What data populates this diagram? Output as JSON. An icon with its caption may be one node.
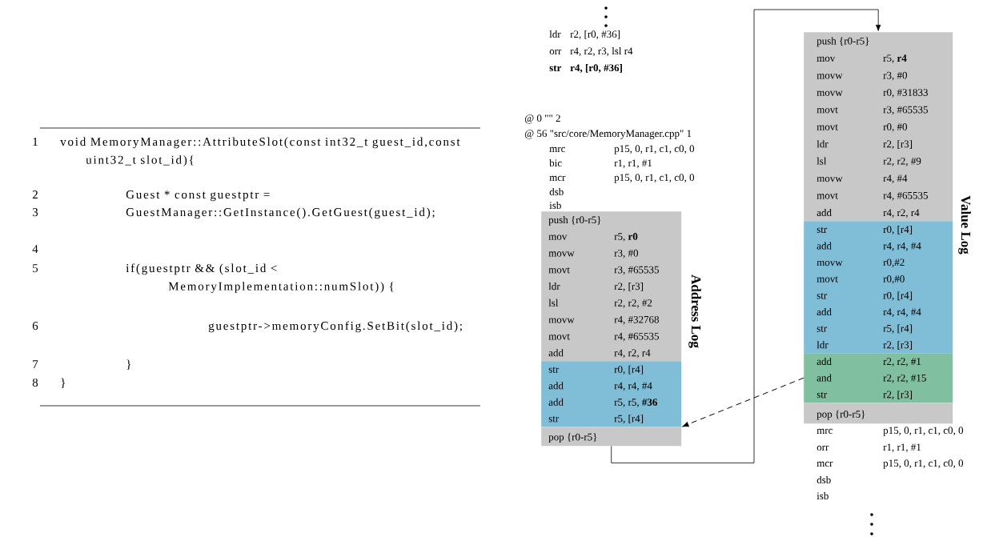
{
  "diagram": {
    "nodes": [
      {
        "text": [
          "Address Log"
        ]
      },
      {
        "text": [
          "push {r0-r5}",
          "mov",
          "r5, **r0**",
          "movw",
          "r3, #0",
          "movt",
          "r3, #65535",
          "ldr",
          "r2, [r3]",
          "lsl",
          "r2, r2, #2",
          "movw",
          "r4, #32768",
          "movt",
          "r4, #65535",
          "add",
          "r4, r2, r4"
        ],
        "in": 0
      },
      {
        "text": [
          "str",
          "r0, [r4]",
          "add",
          "r4, r4, #4",
          "add",
          "r5, r5, **#36**",
          "str",
          "r5, [r4]"
        ],
        "in": 0
      },
      {
        "text": [
          "pop {r0-r5}"
        ],
        "in": 0
      },
      {
        "text": [
          "Value Log"
        ]
      },
      {
        "text": [
          "push {r0-r5}",
          "mov",
          "r5, **r4**",
          "movw",
          "r3, #0",
          "movw",
          "r0, #31833",
          "movt",
          "r3, #65535",
          "movt",
          "r0, #0",
          "ldr",
          "r2, [r3]",
          "lsl",
          "r2, r2, #9",
          "movw",
          "r4, #4",
          "movt",
          "r4, #65535",
          "add",
          "r4, r2, r4"
        ],
        "in": 4
      },
      {
        "text": [
          "str",
          "r0, [r4]",
          "add",
          "r4, r4, #4",
          "movw",
          "r0,#2",
          "movt",
          "r0,#0",
          "str",
          "r0, [r4]",
          "add",
          "r4, r4, #4",
          "str",
          "r5, [r4]",
          "ldr",
          "r2, [r3]"
        ],
        "in": 4
      },
      {
        "text": [
          "add",
          "r2, r2, #1",
          "and",
          "r2, r2, #15",
          "str",
          "r2, [r3]"
        ],
        "in": 4
      },
      {
        "text": [
          "pop {r0-r5}"
        ],
        "in": 4
      }
    ],
    "edges": [
      {
        "from": 3,
        "to": 4,
        "arrow": "to"
      },
      {
        "from": 7,
        "to": 2,
        "arrow": "to",
        "style": "dashed"
      }
    ],
    "labels": [
      "1",
      "void MemoryManager::AttributeSlot(const int32_t guest_id,const uint32_t slot_id){",
      "2",
      "Guest * const guestptr =",
      "3",
      "GuestManager::GetInstance().GetGuest(guest_id);",
      "4",
      "5",
      "if(guestptr && (slot_id < MemoryImplementation::numSlot)) {",
      "6",
      "guestptr->memoryConfig.SetBit(slot_id);",
      "7",
      "}",
      "8",
      "}",
      "ldr",
      "r2, [r0, #36]",
      "orr",
      "r4, r2, r3, lsl r4",
      "str",
      "r4, [r0, #36]",
      "@ 0 \"\" 2",
      "@ 56 \"src/core/MemoryManager.cpp\" 1",
      "mrc",
      "p15, 0, r1, c1, c0, 0",
      "bic",
      "r1, r1, #1",
      "mcr",
      "p15, 0, r1, c1, c0, 0",
      "dsb",
      "isb",
      "mrc",
      "p15, 0, r1, c1, c0, 0",
      "orr",
      "r1, r1, #1",
      "mcr",
      "p15, 0, r1, c1, c0, 0",
      "dsb",
      "isb"
    ]
  }
}
